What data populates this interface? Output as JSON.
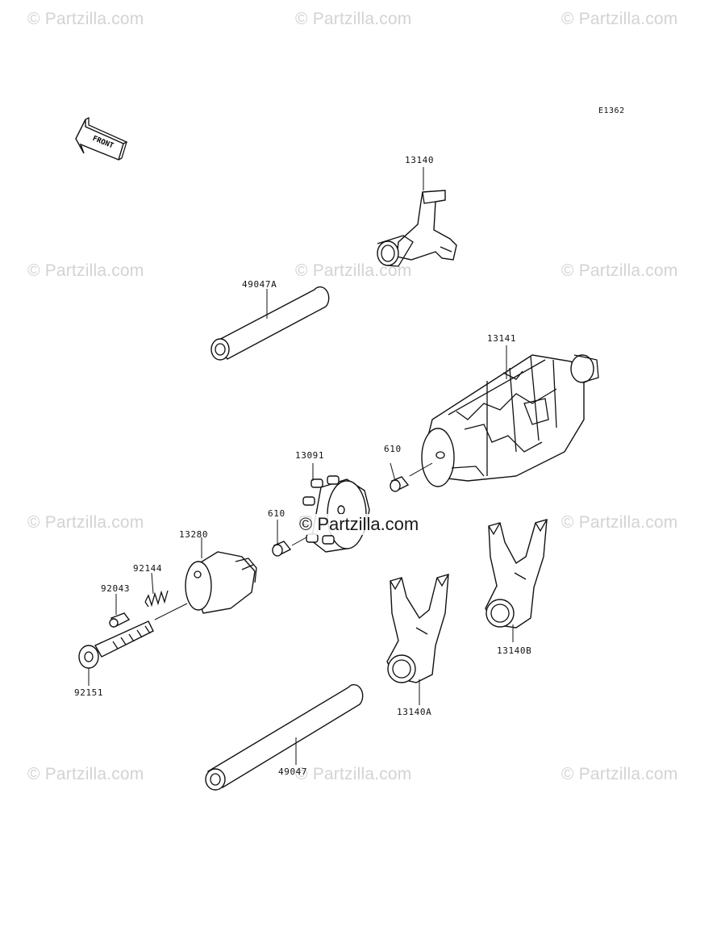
{
  "watermark": {
    "text": "© Partzilla.com",
    "center_text": "© Partzilla.com",
    "color": "#d3d3d3"
  },
  "diagram": {
    "code": "E1362",
    "front_label": "FRONT",
    "parts": {
      "p13140": "13140",
      "p49047A": "49047A",
      "p13141": "13141",
      "p13091": "13091",
      "p610a": "610",
      "p610b": "610",
      "p13280": "13280",
      "p92144": "92144",
      "p92043": "92043",
      "p92151": "92151",
      "p13140A": "13140A",
      "p13140B": "13140B",
      "p49047": "49047"
    }
  }
}
